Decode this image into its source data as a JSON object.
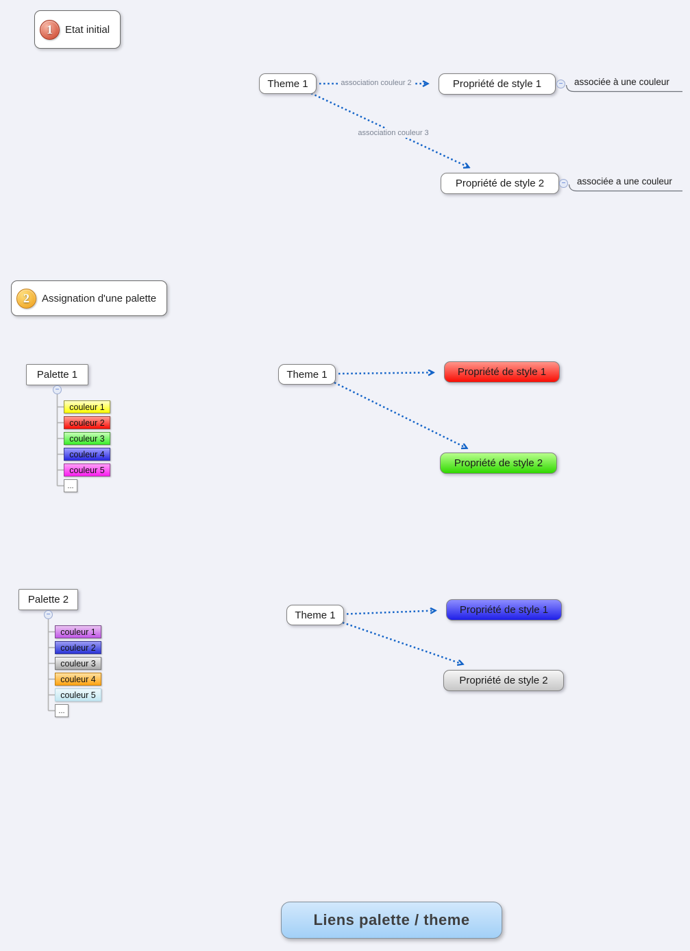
{
  "colors": {
    "background": "#f1f2f8",
    "link": "#1464c8",
    "branch": "#b2b2b2",
    "underline": "#6f737b"
  },
  "ui": {
    "fold": "−"
  },
  "section1": {
    "badge": {
      "number": "1",
      "label": "Etat initial",
      "fill": {
        "radial": true,
        "top": "#f8b7a6",
        "bottom": "#c93a20",
        "border": "#a5301a"
      }
    },
    "theme": {
      "label": "Theme 1"
    },
    "links": [
      {
        "label": "association couleur 2"
      },
      {
        "label": "association couleur 3"
      }
    ],
    "props": [
      {
        "label": "Propriété de style 1",
        "child": "associée à une couleur"
      },
      {
        "label": "Propriété de style 2",
        "child": "associée a une couleur"
      }
    ]
  },
  "section2": {
    "badge": {
      "number": "2",
      "label": "Assignation d'une palette",
      "fill": {
        "radial": true,
        "top": "#ffe07f",
        "bottom": "#ee9a10",
        "border": "#c87f10"
      }
    },
    "palette": {
      "title": "Palette 1",
      "more": "...",
      "colors": [
        {
          "label": "couleur 1",
          "top": "#ffffc8",
          "bottom": "#ffff00",
          "border": "#97973b"
        },
        {
          "label": "couleur 2",
          "top": "#ff9d93",
          "bottom": "#fa0f08",
          "border": "#9c453c"
        },
        {
          "label": "couleur 3",
          "top": "#c6ffb6",
          "bottom": "#3bee2b",
          "border": "#4f9a3f"
        },
        {
          "label": "couleur 4",
          "top": "#9e9eff",
          "bottom": "#2a2ae0",
          "border": "#3c3c92"
        },
        {
          "label": "couleur 5",
          "top": "#ff9ef8",
          "bottom": "#fa1ef0",
          "border": "#9c3f97"
        }
      ]
    },
    "theme": {
      "label": "Theme 1"
    },
    "props": [
      {
        "label": "Propriété de style 1",
        "fill": {
          "top": "#ff958a",
          "bottom": "#f90d04"
        }
      },
      {
        "label": "Propriété de style 2",
        "fill": {
          "top": "#b8ff8c",
          "bottom": "#30d800"
        }
      }
    ]
  },
  "section3": {
    "palette": {
      "title": "Palette 2",
      "more": "...",
      "colors": [
        {
          "label": "couleur 1",
          "top": "#e9c2f1",
          "bottom": "#c258e9",
          "border": "#7d4e8d"
        },
        {
          "label": "couleur 2",
          "top": "#9a9af4",
          "bottom": "#2a35d8",
          "border": "#3c3c92"
        },
        {
          "label": "couleur 3",
          "top": "#f2f2f2",
          "bottom": "#ababab",
          "border": "#7b7b7b"
        },
        {
          "label": "couleur 4",
          "top": "#ffe0a0",
          "bottom": "#ffa413",
          "border": "#c08016",
          "branch": "#f2a43a"
        },
        {
          "label": "couleur 5",
          "top": "#eef9fc",
          "bottom": "#c3e7f2",
          "border": "#b4d4e1",
          "branch": "#a9d7e6"
        }
      ]
    },
    "theme": {
      "label": "Theme 1"
    },
    "props": [
      {
        "label": "Propriété de style 1",
        "fill": {
          "top": "#8e8eff",
          "bottom": "#1e1ee8"
        }
      },
      {
        "label": "Propriété de style 2",
        "fill": {
          "top": "#f6f6f6",
          "bottom": "#c6c6c6"
        }
      }
    ]
  },
  "footer": {
    "title": "Liens palette / theme",
    "fill": {
      "top": "#d2e8fc",
      "bottom": "#a2d0f7",
      "border": "#83919e"
    }
  }
}
